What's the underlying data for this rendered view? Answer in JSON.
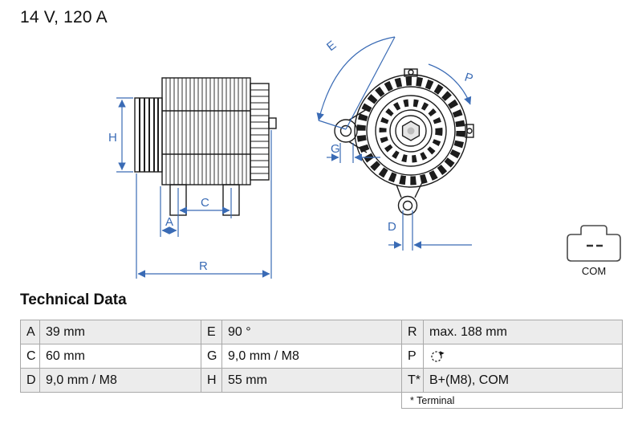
{
  "header": {
    "rating": "14 V, 120 A"
  },
  "diagram": {
    "dim_labels": {
      "H": "H",
      "A": "A",
      "C": "C",
      "R": "R",
      "E": "E",
      "P": "P",
      "G": "G",
      "D": "D"
    },
    "connector": {
      "label": "COM"
    },
    "colors": {
      "dimension_blue": "#3a6bb5",
      "drawing_line": "#1c1c1c",
      "row_gray": "#ececec",
      "table_border": "#a9a9a9"
    }
  },
  "technical_data": {
    "title": "Technical Data",
    "rows": [
      {
        "cells": [
          {
            "label": "A",
            "value": "39 mm"
          },
          {
            "label": "E",
            "value": "90 °"
          },
          {
            "label": "R",
            "value": "max. 188 mm"
          }
        ]
      },
      {
        "cells": [
          {
            "label": "C",
            "value": "60 mm"
          },
          {
            "label": "G",
            "value": "9,0 mm / M8"
          },
          {
            "label": "P",
            "value": "",
            "icon": "rotation-clockwise"
          }
        ]
      },
      {
        "cells": [
          {
            "label": "D",
            "value": "9,0 mm / M8"
          },
          {
            "label": "H",
            "value": "55 mm"
          },
          {
            "label": "T*",
            "value": "B+(M8), COM"
          }
        ]
      }
    ],
    "footnote": "* Terminal"
  }
}
